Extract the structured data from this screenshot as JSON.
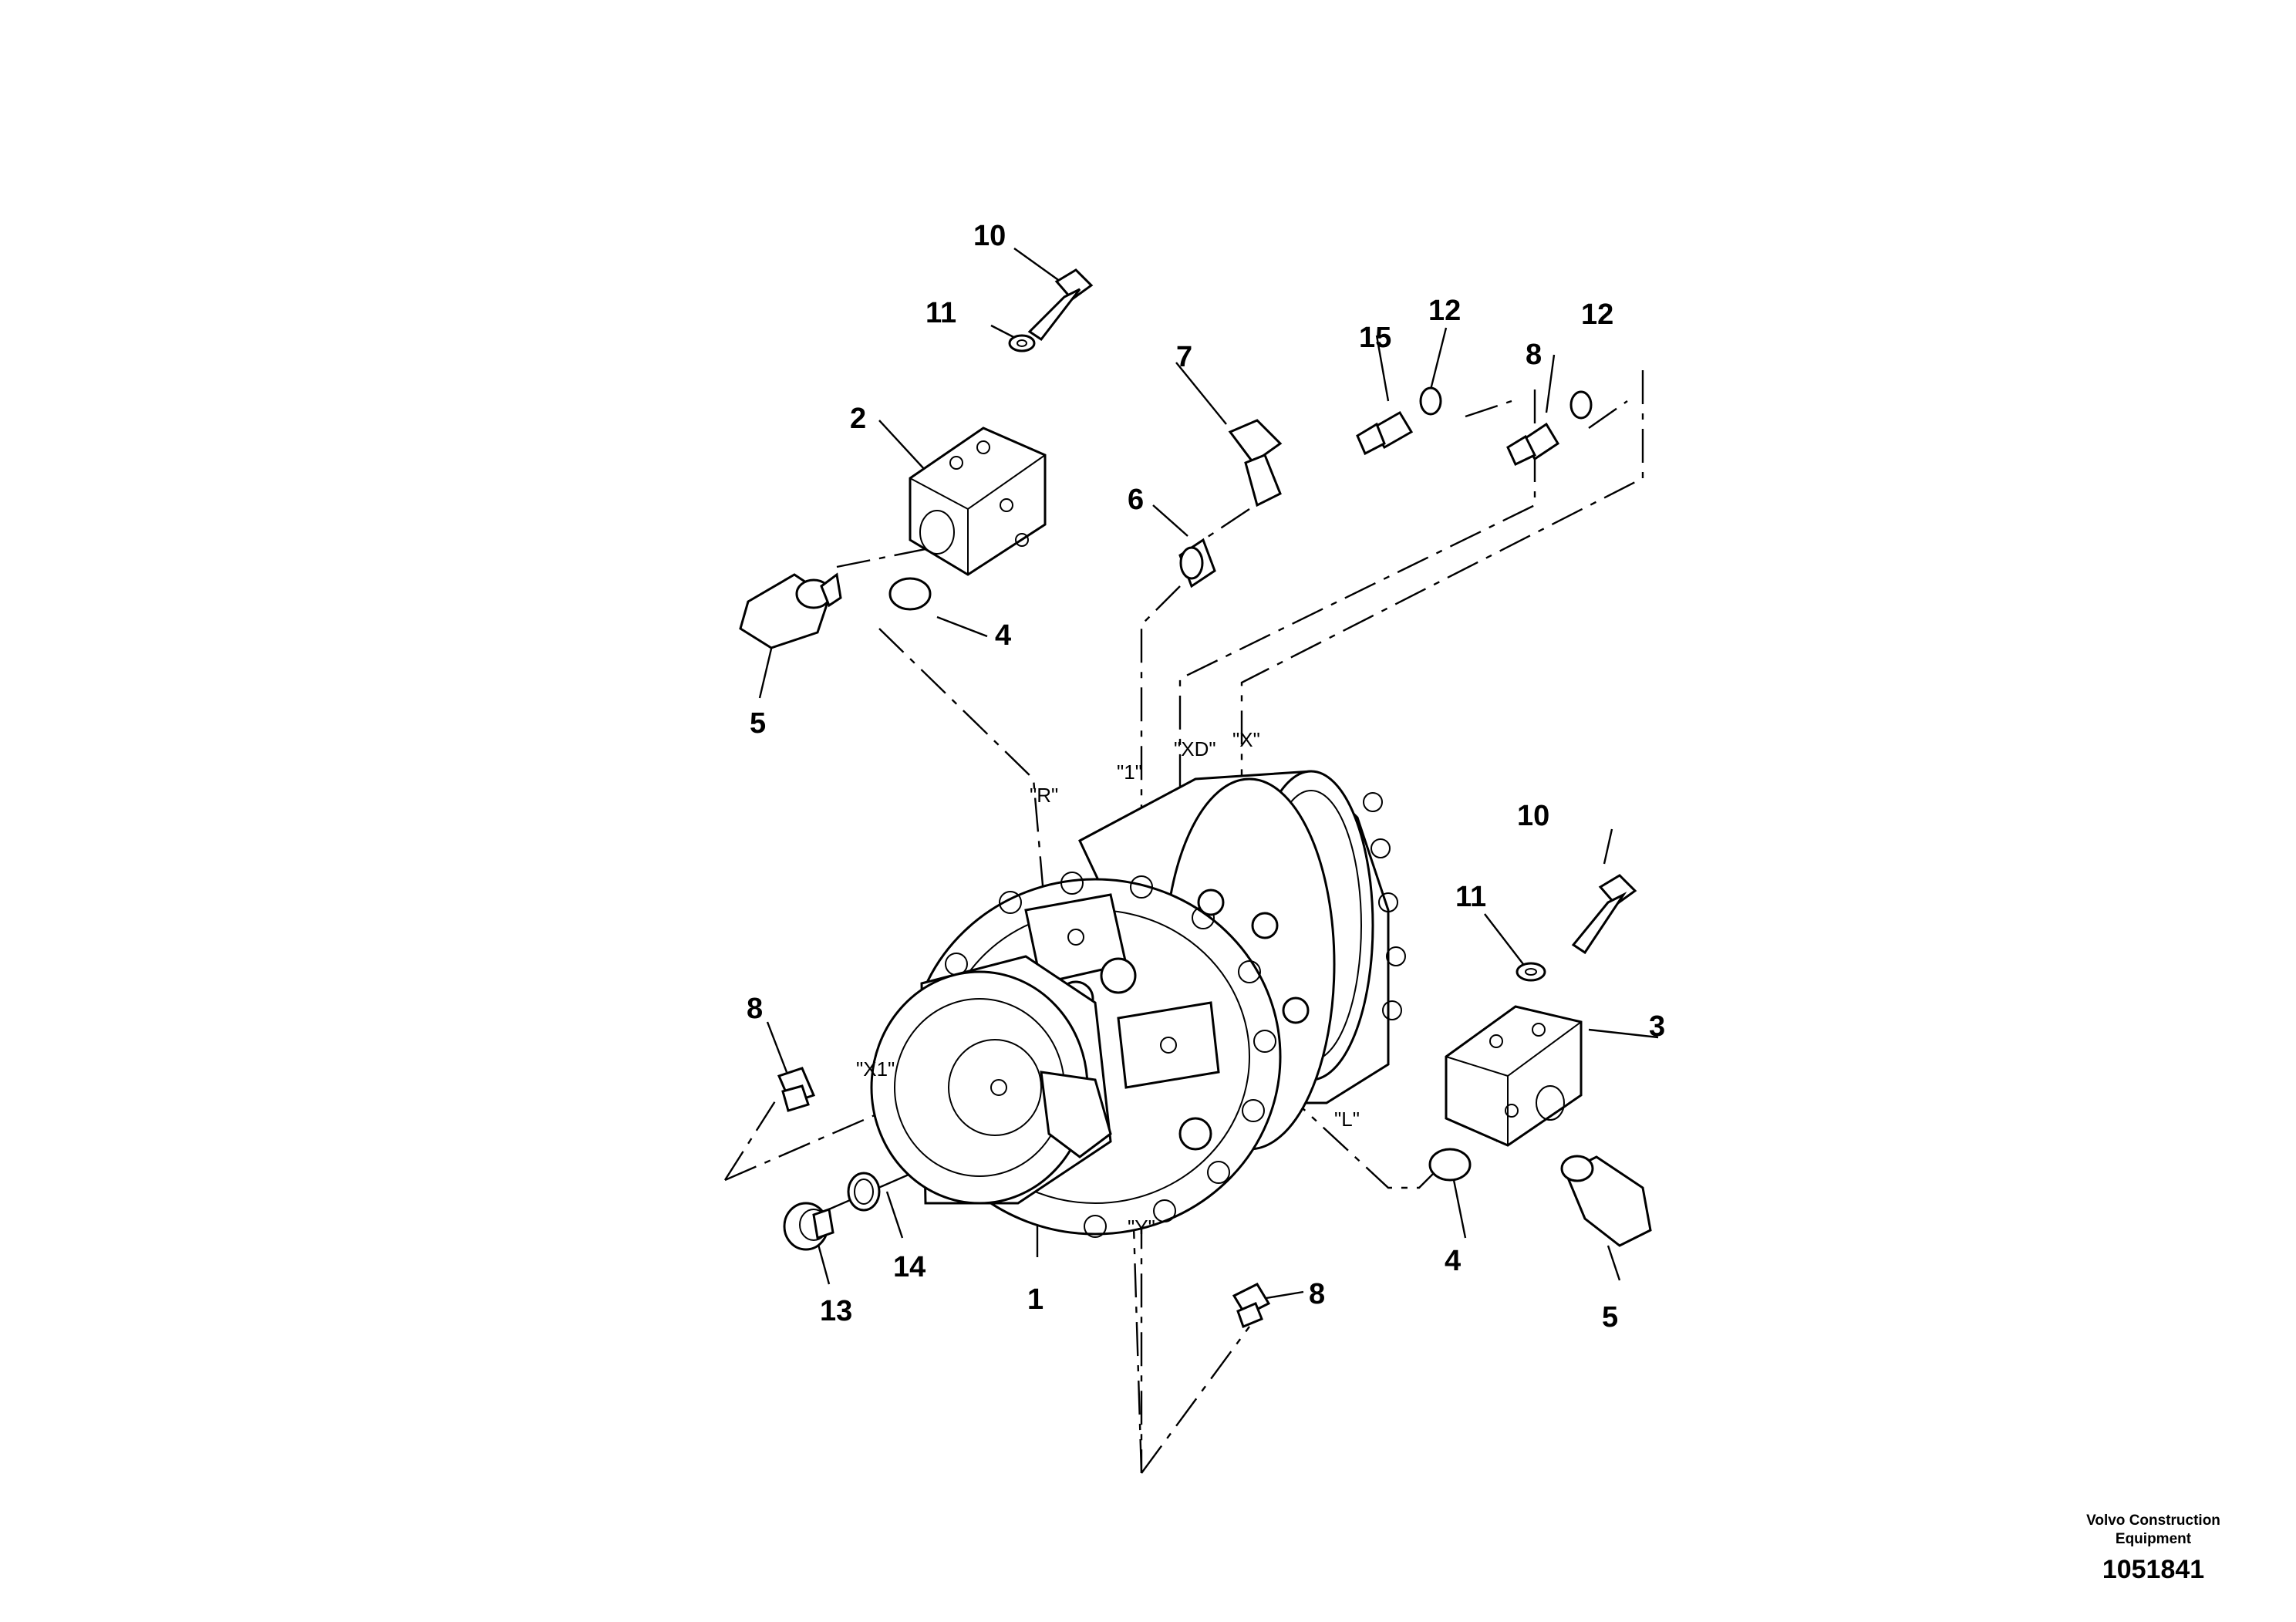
{
  "callouts": {
    "c1": "1",
    "c2": "2",
    "c3": "3",
    "c4a": "4",
    "c4b": "4",
    "c5a": "5",
    "c5b": "5",
    "c6": "6",
    "c7": "7",
    "c8a": "8",
    "c8b": "8",
    "c8c": "8",
    "c10a": "10",
    "c10b": "10",
    "c11a": "11",
    "c11b": "11",
    "c12a": "12",
    "c12b": "12",
    "c13": "13",
    "c14": "14",
    "c15": "15"
  },
  "ports": {
    "r": "\"R\"",
    "one": "\"1\"",
    "xd": "\"XD\"",
    "x": "\"X\"",
    "x1": "\"X1\"",
    "l": "\"L\"",
    "y": "\"Y\""
  },
  "footer": {
    "brand": "Volvo Construction Equipment",
    "doc_number": "1051841"
  }
}
